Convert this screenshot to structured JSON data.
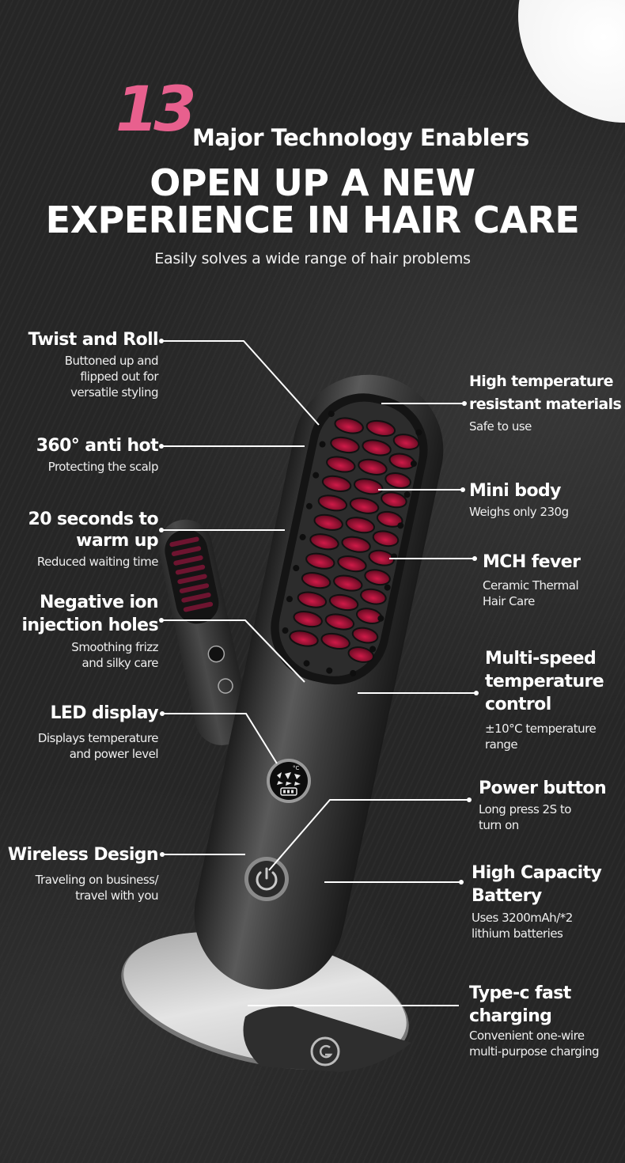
{
  "header": {
    "number": "13",
    "number_color": "#E8608E",
    "subtitle": "Major Technology Enablers",
    "headline_line1": "OPEN UP A NEW",
    "headline_line2": "EXPERIENCE IN HAIR CARE",
    "tagline": "Easily solves a wide range of hair problems"
  },
  "features_left": [
    {
      "title": "Twist and Roll",
      "desc_lines": [
        "Buttoned up and",
        "flipped out for",
        "versatile styling"
      ]
    },
    {
      "title": "360° anti hot",
      "desc_lines": [
        "Protecting the scalp"
      ]
    },
    {
      "title_lines": [
        "20 seconds to",
        "warm up"
      ],
      "desc_lines": [
        "Reduced waiting time"
      ]
    },
    {
      "title_lines": [
        "Negative ion",
        "injection holes"
      ],
      "desc_lines": [
        "Smoothing frizz",
        "and silky care"
      ]
    },
    {
      "title": "LED display",
      "desc_lines": [
        "Displays temperature",
        "and power level"
      ]
    },
    {
      "title": "Wireless Design",
      "desc_lines": [
        "Traveling on business/",
        "travel with you"
      ]
    }
  ],
  "features_right": [
    {
      "title_lines": [
        "High temperature",
        "resistant materials"
      ],
      "desc_lines": [
        "Safe to use"
      ]
    },
    {
      "title": "Mini body",
      "desc_lines": [
        "Weighs only 230g"
      ]
    },
    {
      "title": "MCH fever",
      "desc_lines": [
        "Ceramic Thermal",
        "Hair Care"
      ]
    },
    {
      "title_lines": [
        "Multi-speed",
        "temperature",
        "control"
      ],
      "desc_lines": [
        "±10°C temperature",
        "range"
      ]
    },
    {
      "title": "Power button",
      "desc_lines": [
        "Long press 2S to",
        "turn on"
      ]
    },
    {
      "title_lines": [
        "High Capacity",
        "Battery"
      ],
      "desc_lines": [
        "Uses 3200mAh/*2",
        "lithium batteries"
      ]
    },
    {
      "title_lines": [
        "Type-c fast",
        "charging"
      ],
      "desc_lines": [
        "Convenient one-wire",
        "multi-purpose charging"
      ]
    }
  ],
  "product": {
    "led_unit": "°C",
    "colors": {
      "body": "#3a3a3a",
      "bristle_red": "#b5173f",
      "stand": "#d9d9d9"
    }
  }
}
